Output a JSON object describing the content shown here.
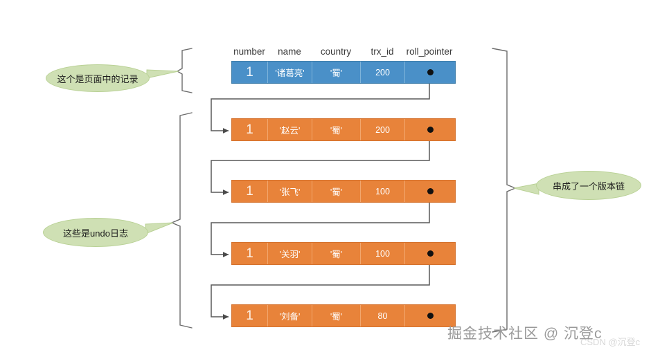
{
  "diagram": {
    "title": "MVCC undo log version chain",
    "colors": {
      "page_record_fill": "#4a90c8",
      "undo_record_fill": "#e8833a",
      "callout_fill": "#cfe0b4",
      "connector_stroke": "#595959",
      "bracket_stroke": "#6b6b6b"
    }
  },
  "columns": [
    {
      "key": "number",
      "label": "number"
    },
    {
      "key": "name",
      "label": "name"
    },
    {
      "key": "country",
      "label": "country"
    },
    {
      "key": "trx_id",
      "label": "trx_id"
    },
    {
      "key": "roll_pointer",
      "label": "roll_pointer"
    }
  ],
  "records": [
    {
      "kind": "page-record",
      "number": "1",
      "name": "'诸葛亮'",
      "country": "'蜀'",
      "trx_id": "200",
      "roll_pointer_icon": "pointer-dot",
      "has_next": true
    },
    {
      "kind": "undo-record",
      "number": "1",
      "name": "'赵云'",
      "country": "'蜀'",
      "trx_id": "200",
      "roll_pointer_icon": "pointer-dot",
      "has_next": true
    },
    {
      "kind": "undo-record",
      "number": "1",
      "name": "'张飞'",
      "country": "'蜀'",
      "trx_id": "100",
      "roll_pointer_icon": "pointer-dot",
      "has_next": true
    },
    {
      "kind": "undo-record",
      "number": "1",
      "name": "'关羽'",
      "country": "'蜀'",
      "trx_id": "100",
      "roll_pointer_icon": "pointer-dot",
      "has_next": true
    },
    {
      "kind": "undo-record",
      "number": "1",
      "name": "'刘备'",
      "country": "'蜀'",
      "trx_id": "80",
      "roll_pointer_icon": "pointer-dot",
      "has_next": false
    }
  ],
  "callouts": {
    "page_record": "这个是页面中的记录",
    "undo_log": "这些是undo日志",
    "version_chain": "串成了一个版本链"
  },
  "watermarks": {
    "main": "掘金技术社区 @ 沉登c",
    "sub": "CSDN @沉登c"
  }
}
